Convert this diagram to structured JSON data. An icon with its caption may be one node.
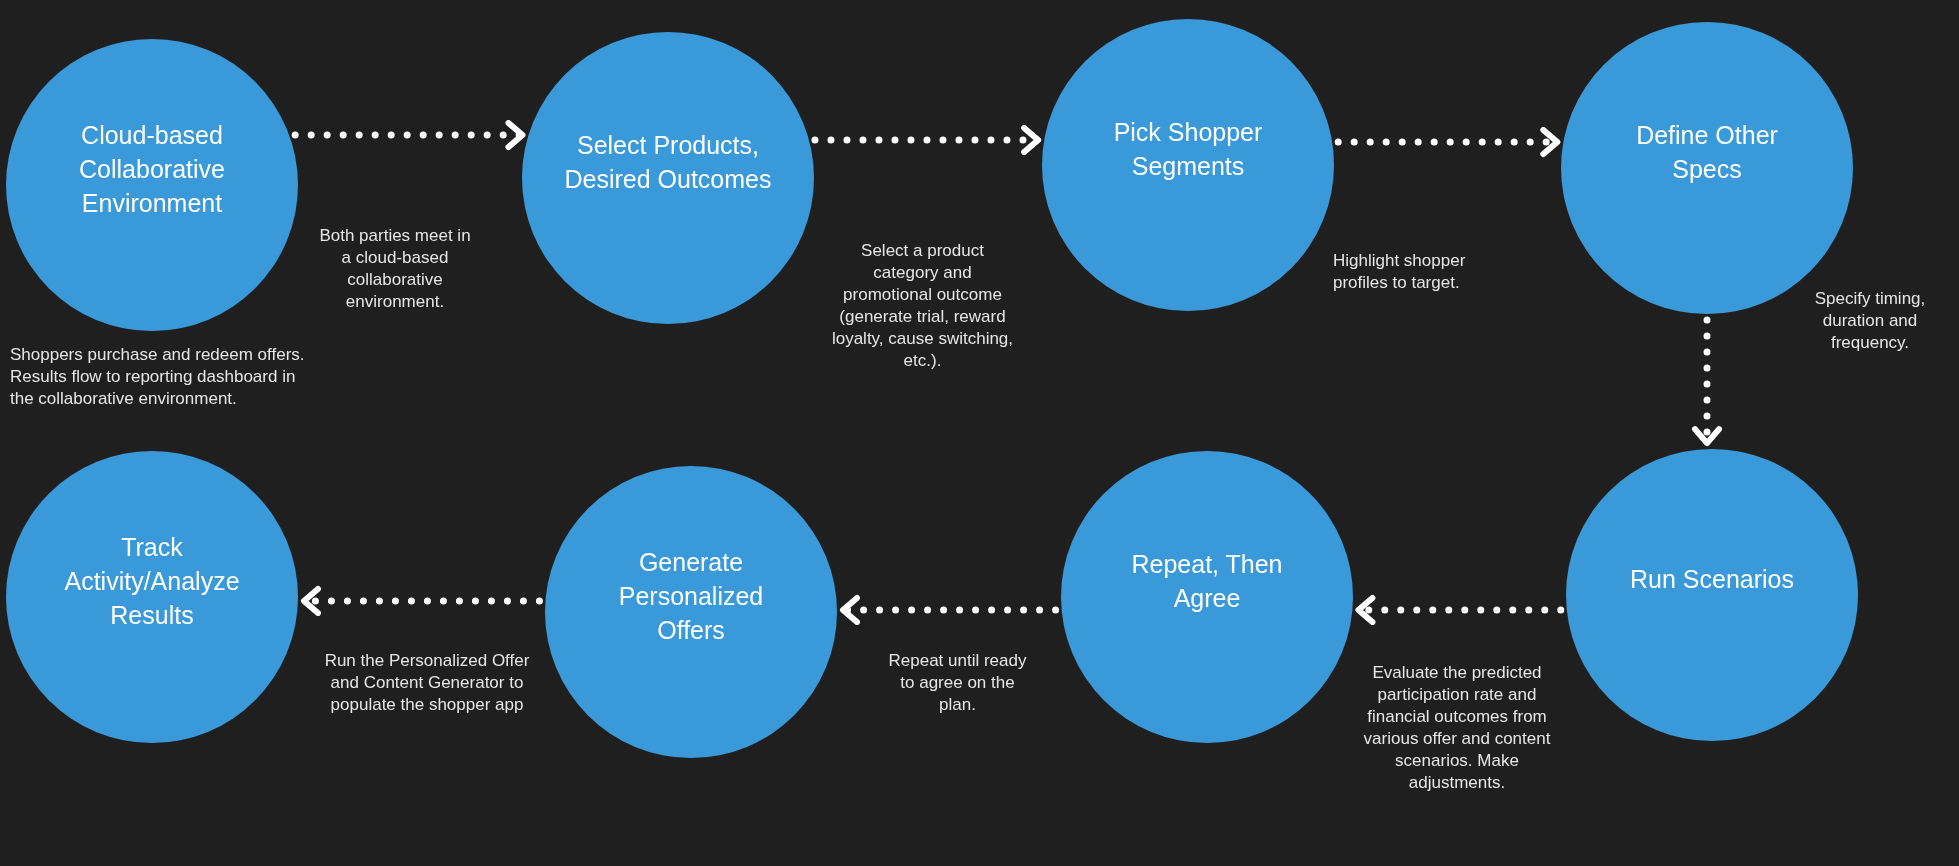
{
  "diagram": {
    "nodes": [
      {
        "text": [
          "Cloud-based Collaborative Environment"
        ],
        "beside": [
          "Both parties meet in a cloud-based collaborative environment."
        ]
      },
      {
        "text": [
          "Select Products, Desired Outcomes"
        ],
        "beside": [
          "Select a product category and promotional outcome (generate trial, reward loyalty, cause switching, etc.)."
        ]
      },
      {
        "text": [
          "Pick Shopper Segments"
        ],
        "beside": [
          "Highlight shopper profiles to target."
        ]
      },
      {
        "text": [
          "Define Other Specs"
        ],
        "beside": [
          "Specify timing, duration and frequency."
        ]
      },
      {
        "text": [
          "Run Scenarios"
        ],
        "beside": [
          "Evaluate the predicted participation rate and financial outcomes from various offer and content scenarios. Make adjustments."
        ]
      },
      {
        "text": [
          "Repeat, Then Agree"
        ],
        "beside": [
          "Repeat until ready to agree on the plan."
        ]
      },
      {
        "text": [
          "Generate Personalized Offers"
        ],
        "beside": [
          "Run the Personalized Offer and Content Generator to populate the shopper app"
        ]
      },
      {
        "text": [
          "Track Activity/Analyze Results"
        ]
      }
    ],
    "labels": [
      "Shoppers purchase and redeem offers. Results flow to reporting dashboard in the collaborative environment."
    ],
    "edges": [
      {
        "from": 0,
        "to": 1,
        "arrow": "to",
        "style": "dashed"
      },
      {
        "from": 1,
        "to": 2,
        "arrow": "to",
        "style": "dashed"
      },
      {
        "from": 2,
        "to": 3,
        "arrow": "to",
        "style": "dashed"
      },
      {
        "from": 3,
        "to": 4,
        "arrow": "to",
        "style": "dashed"
      },
      {
        "from": 4,
        "to": 5,
        "arrow": "to",
        "style": "dashed"
      },
      {
        "from": 5,
        "to": 6,
        "arrow": "to",
        "style": "dashed"
      },
      {
        "from": 6,
        "to": 7,
        "arrow": "to",
        "style": "dashed"
      }
    ]
  }
}
